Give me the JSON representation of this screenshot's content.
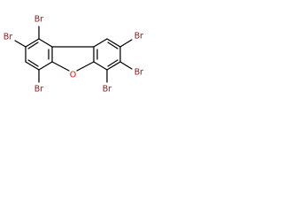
{
  "molecule": {
    "atoms": {
      "br1": "Br",
      "br2": "Br",
      "br4": "Br",
      "br6": "Br",
      "br7": "Br",
      "br8": "Br",
      "oxygen": "O"
    },
    "colors": {
      "bond": "#000000",
      "bromine": "#8b1a1a",
      "oxygen": "#ff0000"
    }
  }
}
